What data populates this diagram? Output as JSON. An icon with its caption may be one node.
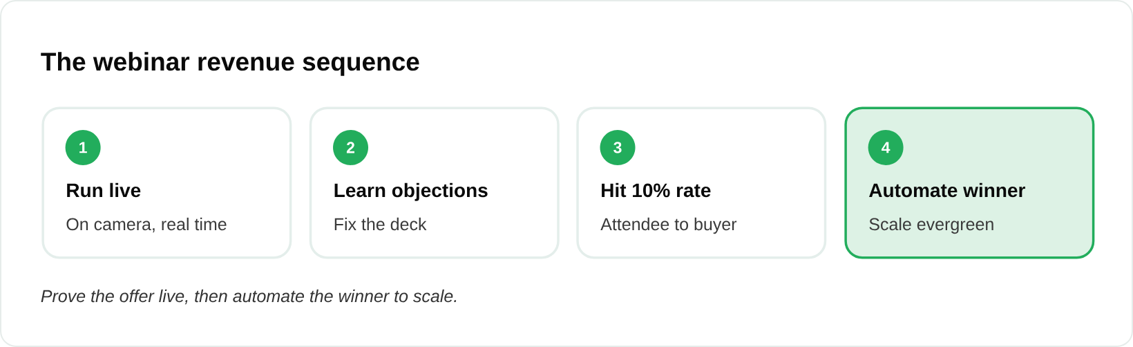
{
  "diagram": {
    "title": "The webinar revenue sequence",
    "nodes": [
      {
        "text": [
          "Run live",
          "On camera, real time"
        ]
      },
      {
        "text": [
          "1"
        ],
        "in": 0
      },
      {
        "text": [
          "Learn objections",
          "Fix the deck"
        ]
      },
      {
        "text": [
          "2"
        ],
        "in": 2
      },
      {
        "text": [
          "Hit 10% rate",
          "Attendee to buyer"
        ]
      },
      {
        "text": [
          "3"
        ],
        "in": 4
      },
      {
        "text": [
          "Automate winner",
          "Scale evergreen"
        ]
      },
      {
        "text": [
          "4"
        ],
        "in": 6
      }
    ],
    "caption": "Prove the offer live, then automate the winner to scale."
  }
}
